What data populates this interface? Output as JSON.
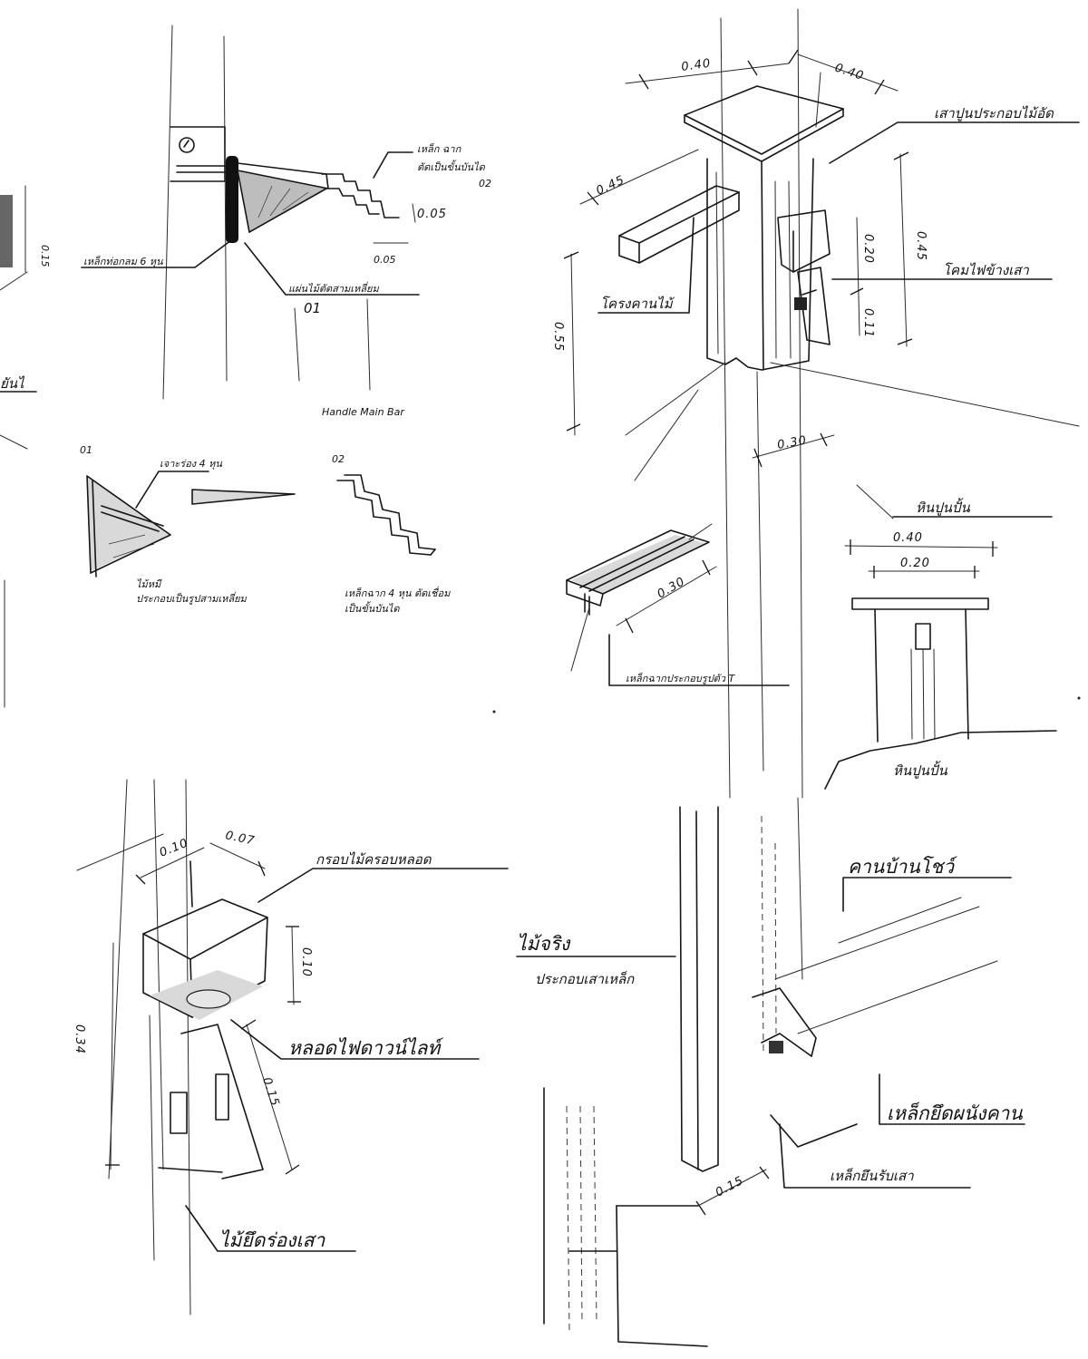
{
  "drawing_1": {
    "label_angle_steel": "เหล็ก ฉาก",
    "label_angle_steel_2": "ตัดเป็นขั้นบันได",
    "label_02": "02",
    "dim_riser": "0.05",
    "dim_tread": "0.05",
    "label_round_pipe": "เหล็กท่อกลม 6 หุน",
    "label_wood_plate": "แผ่นไม้ตัดสามเหลี่ยม",
    "label_01": "01",
    "caption": "Handle Main Bar",
    "dim_left": "0.15",
    "label_left_edge": "ยันไ"
  },
  "detail_01": {
    "number": "01",
    "label_drill": "เจาะร่อง 4 หุน",
    "label_wood": "ไม้หมี",
    "label_wood_2": "ประกอบเป็นรูปสามเหลี่ยม"
  },
  "detail_02": {
    "number": "02",
    "label_steel": "เหล็กฉาก 4 หุน ตัดเชื่อม",
    "label_steel_2": "เป็นขั้นบันได"
  },
  "column_top": {
    "dim_cap_w": "0.40",
    "dim_cap_d": "0.40",
    "dim_height_left": "0.45",
    "dim_height_right": "0.45",
    "dim_lamp_h": "0.20",
    "dim_lamp_gap": "0.11",
    "dim_lower": "0.55",
    "dim_base": "0.30",
    "dim_beam": "0.30",
    "label_cap": "เสาปูนประกอบไม้อัด",
    "label_beam": "โครงคานไม้",
    "label_lamp": "โคมไฟข้างเสา",
    "label_steel_t": "เหล็กฉากประกอบรูปตัว T"
  },
  "pier_elevation": {
    "label_top": "หินปูนปั้น",
    "dim_outer": "0.40",
    "dim_inner": "0.20",
    "label_bottom": "หินปูนปั้น"
  },
  "lamp_box": {
    "dim_w": "0.10",
    "dim_d": "0.07",
    "dim_h": "0.10",
    "dim_total": "0.34",
    "dim_panel": "0.15",
    "label_box": "กรอบไม้ครอบหลอด",
    "label_bulb": "หลอดไฟดาวน์ไลท์",
    "label_slot": "ไม้ยึดร่องเสา"
  },
  "beam_joint": {
    "label_beam": "คานบ้านโชว์",
    "label_wood": "ไม้จริง",
    "label_wood_2": "ประกอบเสาเหล็ก",
    "label_steel_clip": "เหล็กยึดผนังคาน",
    "label_steel_column": "เหล็กยึนรับเสา",
    "dim_base": "0.15"
  }
}
